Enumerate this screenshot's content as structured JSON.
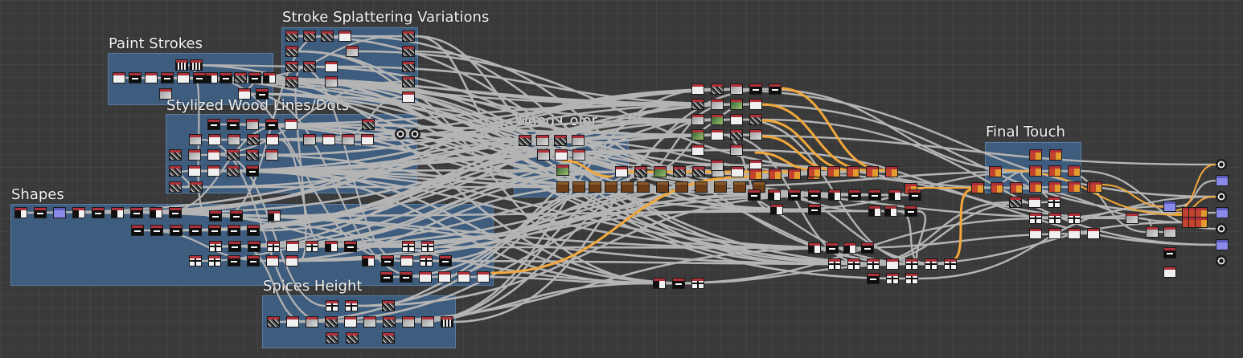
{
  "frames": [
    {
      "id": "paint-strokes",
      "title": "Paint Strokes"
    },
    {
      "id": "stroke-splattering-variations",
      "title": "Stroke Splattering Variations"
    },
    {
      "id": "stylized-wood-lines-dots",
      "title": "Stylized Wood Lines/Dots"
    },
    {
      "id": "wood-color",
      "title": "Wood Color"
    },
    {
      "id": "shapes",
      "title": "Shapes"
    },
    {
      "id": "spices-height",
      "title": "Spices Height"
    },
    {
      "id": "final-touch",
      "title": "Final Touch"
    }
  ],
  "colors": {
    "background": "#3a3a3a",
    "frame": "#40648c",
    "link_gray": "#b4b4b4",
    "link_orange": "#f2a83a",
    "node_header": "#b0303a"
  },
  "icons": [
    "node-thumbnail-icon",
    "output-node-icon",
    "link-wire"
  ]
}
